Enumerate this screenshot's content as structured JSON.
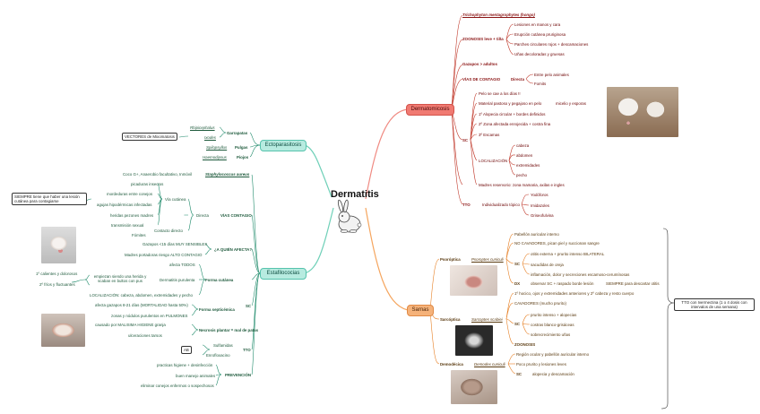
{
  "central": {
    "title": "Dermatitis"
  },
  "dermato": {
    "label": "Dermatomicosis",
    "species": "Trichophyton mentagrophytes (hongo)",
    "zoonosis": {
      "label": "ZOONOSIS leve + tiña",
      "items": [
        "Lesiones en manos y cara",
        "Erupción cutánea pruriginosa",
        "Parches circulares rojos + descamaciones",
        "Uñas decoloradas y gruesas"
      ]
    },
    "gazapos": "Gazapos > adultos",
    "vias": {
      "label": "VÍAS DE CONTAGIO",
      "directa": "Directa",
      "items": [
        "Entre pelo animales",
        "Fomits"
      ]
    },
    "sc": {
      "label": "SC",
      "items": [
        "Pelo se cae a los días !!",
        "Material pastoso y pegajoso en pelo",
        "1º Alopecia circular + bordes definidos",
        "2º Zona afectada enrojecida + costra fina",
        "3º Escamas"
      ],
      "micelio": "micelio y esporas",
      "localizacion": "LOCALIZACIÓN",
      "loc_items": [
        "cabeza",
        "abdomen",
        "extremidades",
        "pecho"
      ]
    },
    "madres": "Madres reservorio: zona mamaria, axilas e ingles",
    "tto": {
      "label": "TTO",
      "sub": "Individualizado tópico",
      "items": [
        "Yodóforos",
        "Imidazoles",
        "Griseofulvina"
      ]
    }
  },
  "ecto": {
    "label": "Ectoparasitosis",
    "vectores": "VECTORES de Mixomatosis",
    "garrapatas": {
      "label": "Garrapatas",
      "items": [
        "Rhipicephalus",
        "Ixodes"
      ]
    },
    "pulgas": {
      "label": "Pulgas",
      "item": "Spilopsyllus"
    },
    "piojos": {
      "label": "Piojos",
      "item": "Haemodipsus"
    }
  },
  "estaf": {
    "label": "Estafilococias",
    "species": "Staphylococcus aureus",
    "coco": "Coco G+, Anaerobio facultativo, Inmóvil",
    "siempre": "SIEMPRE tiene que haber una lesión cutánea para contagiarse",
    "directa": {
      "label": "Directa",
      "via": "Vía cutánea",
      "items": [
        "picaduras insectos",
        "mordeduras entre conejos",
        "agujas hipodérmicas infectadas",
        "heridas pezones madres",
        "transmisión sexual"
      ]
    },
    "vias": "VÍAS CONTAGIO",
    "contacto": "Contacto directo",
    "fomites": "Fómites",
    "a_quien": {
      "label": "¿A QUIÉN AFECTA?",
      "items": [
        "Gazapos <15 días MUY SENSIBLES",
        "Madres portadoras riesgo ALTO CONTAGIO"
      ]
    },
    "forma_cutanea": {
      "label": "Forma cutánea",
      "afecta": "afecta TODOS",
      "dermatitis": "Dermatitis purulenta",
      "empiezan": "empiezan siendo una herida y scaban en bultos con pus",
      "loc": "LOCALIZACIÓN: cabeza, abdomen, extremidades y pecho"
    },
    "calientes": "1º calientes y dolorosos",
    "frios": "2º fríos y fluctuantes",
    "septicemica": {
      "label": "Forma septicémica",
      "items": [
        "afecta gazapos 8-21 días (MORTALIDAD hasta 50%)",
        "zonas y nódulos purulentos en PULMONES"
      ]
    },
    "necrosis": {
      "label": "Necrosis plantar = mal de patas",
      "items": [
        "causado por MALISIMA HIGIENE granja",
        "ulceraciones tarsos"
      ]
    },
    "sc": "SC",
    "tto": {
      "label": "TTO",
      "ab": "AB",
      "items": [
        "Sulfamidas",
        "Enrofloxacino"
      ]
    },
    "prevencion": {
      "label": "PREVENCIÓN",
      "items": [
        "practicas higiene + desinfección",
        "buen manejo animales",
        "eliminar conejos enfermos o sospechosos"
      ]
    }
  },
  "sarnas": {
    "label": "Sarnas",
    "psoroptica": {
      "label": "Psoróptica",
      "species": "Psoroptes cuniculi",
      "items": [
        "Pabellón auricular interno",
        "NO CAVADORES, pican piel y succionan sangre"
      ],
      "sc": "SC",
      "sc_items": [
        "otitis externa + prurito intenso BILATERAL",
        "sacudidas de oreja",
        "inflamación, dolor y secreciones escamoso-cerumínosas"
      ],
      "dx": "DX",
      "dx_item": "observar SC + raspado borde lesión",
      "siempre": "SIEMPRE para descartar otitis"
    },
    "sarcoptica": {
      "label": "Sarcóptica",
      "species": "Sarcoptes scabiei",
      "items": [
        "1º hocico, ojos y extremidades anteriores y 2º cabeza y resto cuerpo",
        "CAVADORES (mucho prurito)"
      ],
      "sc": "SC",
      "sc_items": [
        "prurito intenso + alopecias",
        "costras blanco-grisáceas",
        "sobrecrecimiento uñas"
      ],
      "zoonosis": "ZOONOSIS"
    },
    "demodecica": {
      "label": "Demodécica",
      "species": "Demodex cuniculi",
      "items": [
        "Región ocular y pabellón auricular interno",
        "Poco prurito y lesiones leves"
      ],
      "sc": "SC",
      "sc_item": "alopecia y descamación"
    },
    "tto": "TTO con Ivermectina (1 o 4 dosis con intervalos de una semana)"
  }
}
